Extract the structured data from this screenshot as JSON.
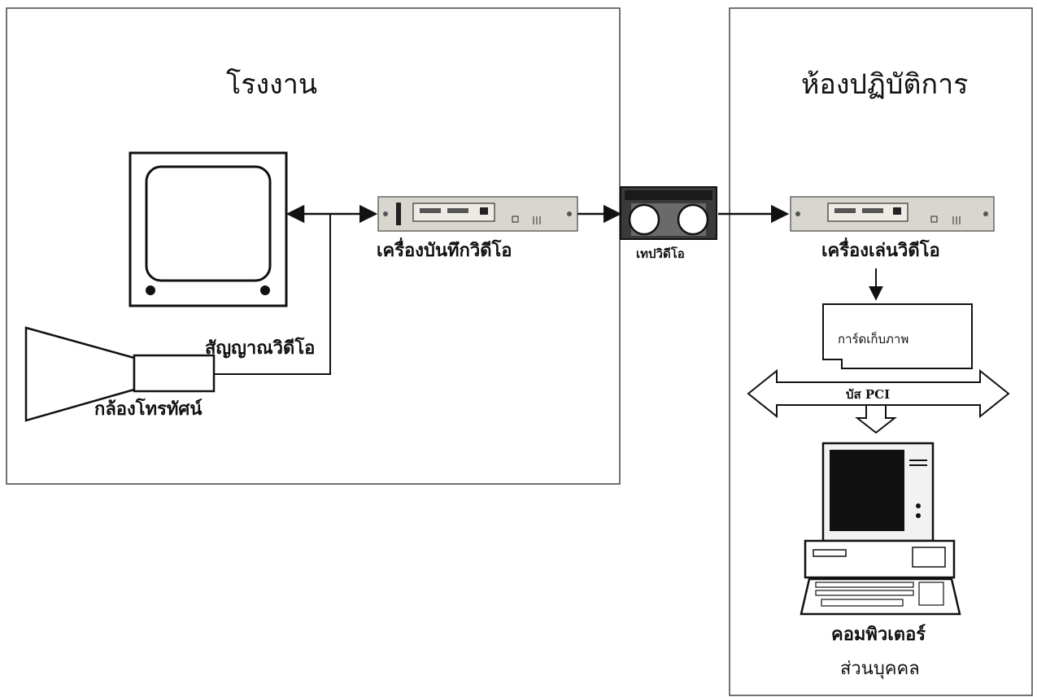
{
  "sections": {
    "factory_title": "โรงงาน",
    "lab_title": "ห้องปฏิบัติการ"
  },
  "labels": {
    "video_recorder": "เครื่องบันทึกวิดีโอ",
    "video_tape": "เทปวิดีโอ",
    "video_player": "เครื่องเล่นวิดีโอ",
    "video_signal": "สัญญาณวิดีโอ",
    "tv_camera": "กล้องโทรทัศน์",
    "frame_grabber": "การ์ดเก็บภาพ",
    "pci_bus": "บัส PCI",
    "personal_computer_1": "คอมพิวเตอร์",
    "personal_computer_2": "ส่วนบุคคล"
  },
  "colors": {
    "line": "#111111",
    "device_panel": "#d9d6cf",
    "tape_body": "#3a3a3a"
  },
  "icons": {
    "monitor": "monitor-icon",
    "camera": "tv-camera-icon",
    "recorder": "vcr-icon",
    "tape": "video-cassette-icon",
    "player": "vcr-icon",
    "card": "capture-card-icon",
    "bus": "double-arrow-icon",
    "computer": "desktop-computer-icon"
  }
}
